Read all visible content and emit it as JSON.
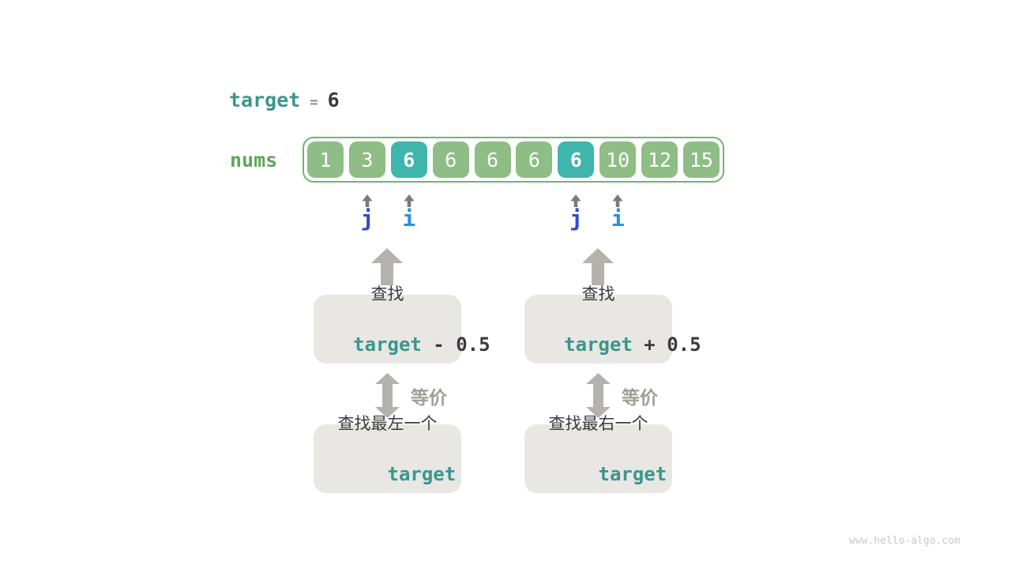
{
  "header": {
    "target_label": "target",
    "equals": "=",
    "target_value": "6"
  },
  "array": {
    "label": "nums",
    "cells": [
      {
        "value": "1",
        "highlight": false
      },
      {
        "value": "3",
        "highlight": false
      },
      {
        "value": "6",
        "highlight": true
      },
      {
        "value": "6",
        "highlight": false
      },
      {
        "value": "6",
        "highlight": false
      },
      {
        "value": "6",
        "highlight": false
      },
      {
        "value": "6",
        "highlight": true
      },
      {
        "value": "10",
        "highlight": false
      },
      {
        "value": "12",
        "highlight": false
      },
      {
        "value": "15",
        "highlight": false
      }
    ]
  },
  "pointers": [
    {
      "label": "j",
      "index": 1,
      "color": "pointer_j"
    },
    {
      "label": "i",
      "index": 2,
      "color": "pointer_i"
    },
    {
      "label": "j",
      "index": 6,
      "color": "pointer_j"
    },
    {
      "label": "i",
      "index": 7,
      "color": "pointer_i"
    }
  ],
  "flow": {
    "left": {
      "top_line1": "查找",
      "expr_keyword": "target",
      "expr_rest": " - 0.5",
      "equiv_label": "等价",
      "bottom_line1": "查找最左一个",
      "bottom_keyword": "target"
    },
    "right": {
      "top_line1": "查找",
      "expr_keyword": "target",
      "expr_rest": " + 0.5",
      "equiv_label": "等价",
      "bottom_line1": "查找最右一个",
      "bottom_keyword": "target"
    }
  },
  "watermark": "www.hello-algo.com",
  "colors": {
    "accent_teal": "#3a968c",
    "cell_green": "#8ebd85",
    "cell_teal": "#3fb5ac",
    "border_green": "#6fb571",
    "label_green": "#5fa65a",
    "text_dark": "#3a3a3a",
    "equals_gray": "#8a8a8a",
    "pointer_j": "#3448cd",
    "pointer_i": "#2d8fdd",
    "arrow_gray": "#b5b1ad",
    "equiv_gray": "#a19e9a",
    "box_gray": "#e8e7e4",
    "caret_gray": "#7a7a7a",
    "watermark_gray": "#c9c9c9",
    "cell_text": "#ffffff"
  }
}
